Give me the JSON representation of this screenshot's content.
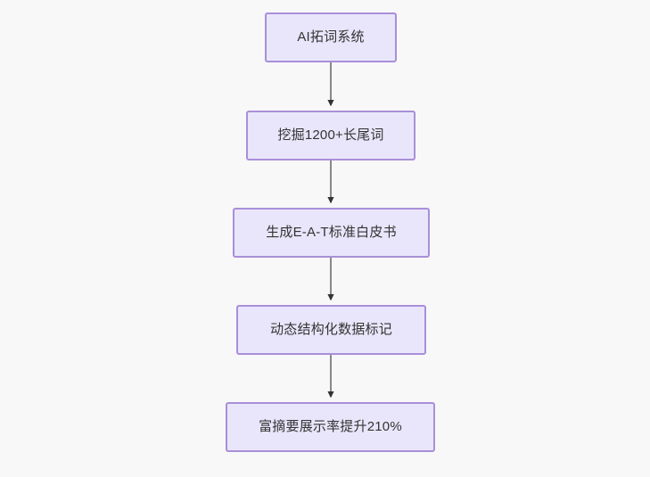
{
  "diagram": {
    "type": "flowchart",
    "direction": "top-to-bottom",
    "background_color": "#f8f8f8",
    "node_fill_color": "#e9e6fb",
    "node_border_color": "#a98fd9",
    "node_text_color": "#333333",
    "edge_line_color": "#888888",
    "edge_arrow_color": "#333333",
    "nodes": [
      {
        "id": "node-0",
        "label": "AI拓词系统"
      },
      {
        "id": "node-1",
        "label": "挖掘1200+长尾词"
      },
      {
        "id": "node-2",
        "label": "生成E-A-T标准白皮书"
      },
      {
        "id": "node-3",
        "label": "动态结构化数据标记"
      },
      {
        "id": "node-4",
        "label": "富摘要展示率提升210%"
      }
    ],
    "edges": [
      {
        "id": "edge-0",
        "from": "node-0",
        "to": "node-1",
        "label": ""
      },
      {
        "id": "edge-1",
        "from": "node-1",
        "to": "node-2",
        "label": ""
      },
      {
        "id": "edge-2",
        "from": "node-2",
        "to": "node-3",
        "label": ""
      },
      {
        "id": "edge-3",
        "from": "node-3",
        "to": "node-4",
        "label": ""
      }
    ]
  }
}
